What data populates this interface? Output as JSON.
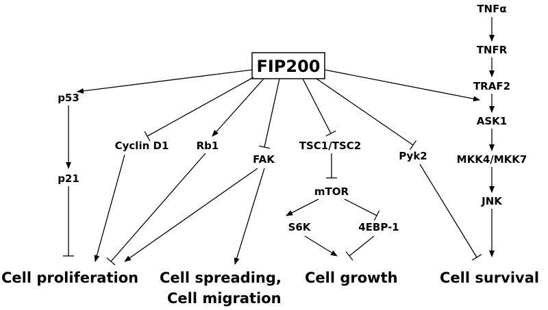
{
  "center": "FIP200",
  "nodes": {
    "tnfa": "TNFα",
    "tnfr": "TNFR",
    "traf2": "TRAF2",
    "ask1": "ASK1",
    "mkk": "MKK4/MKK7",
    "jnk": "JNK",
    "p53": "p53",
    "p21": "p21",
    "cyclin": "Cyclin D1",
    "rb1": "Rb1",
    "fak": "FAK",
    "tsc": "TSC1/TSC2",
    "mtor": "mTOR",
    "s6k": "S6K",
    "ebp": "4EBP-1",
    "pyk2": "Pyk2"
  },
  "outcomes": {
    "proliferation": "Cell proliferation",
    "spreading": "Cell spreading,",
    "migration": "Cell migration",
    "growth": "Cell growth",
    "survival": "Cell survival"
  },
  "edge_kinds": {
    "activation": "arrow",
    "inhibition": "bar"
  }
}
